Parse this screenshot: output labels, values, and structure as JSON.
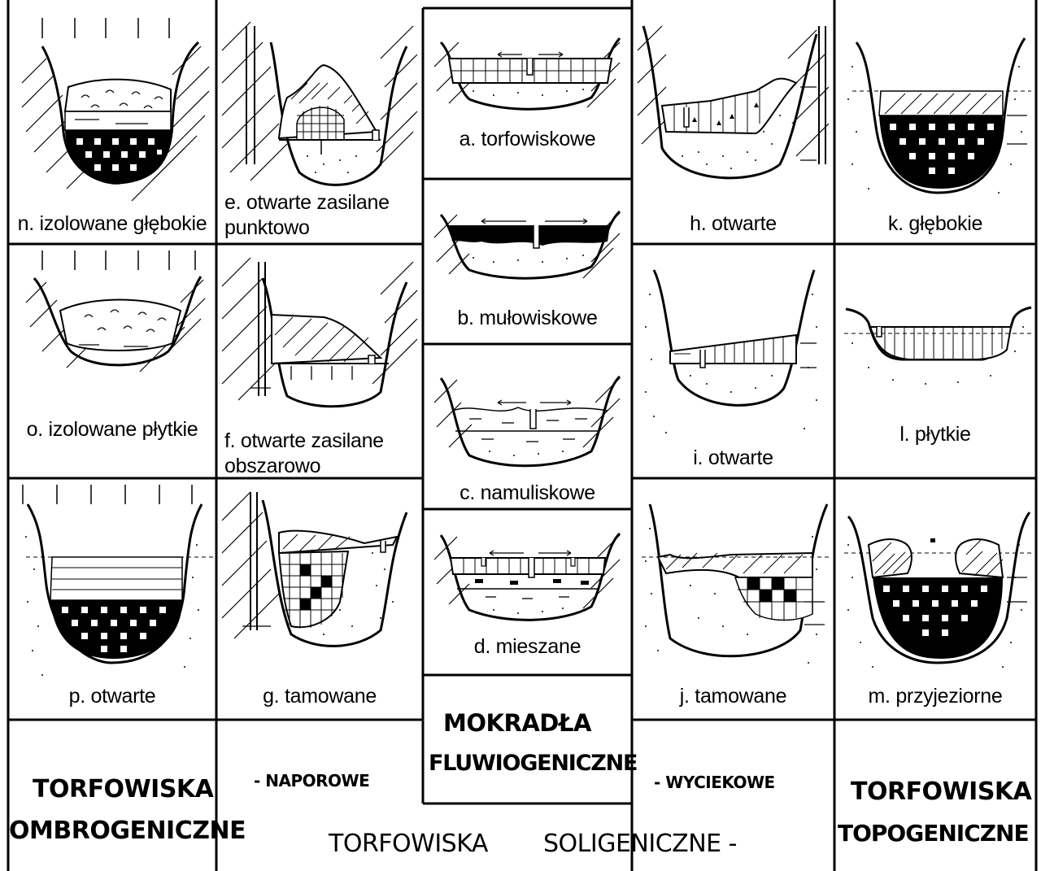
{
  "groups": {
    "ombrogenic": {
      "line1": "TORFOWISKA",
      "line2": "OMBROGENICZNE"
    },
    "soligenic_pressure": "- NAPOROWE",
    "soligenic_seepage": "- WYCIEKOWE",
    "soligenic_title_1": "TORFOWISKA",
    "soligenic_title_2": "SOLIGENICZNE -",
    "fluviogenic": {
      "line1": "MOKRADŁA",
      "line2": "FLUWIOGENICZNE"
    },
    "topogenic": {
      "line1": "TORFOWISKA",
      "line2": "TOPOGENICZNE"
    }
  },
  "cells": {
    "n": {
      "caption": "n. izolowane głębokie"
    },
    "o": {
      "caption": "o. izolowane płytkie"
    },
    "p": {
      "caption": "p. otwarte"
    },
    "e": {
      "caption1": "e. otwarte zasilane",
      "caption2": "punktowo"
    },
    "f": {
      "caption1": "f. otwarte zasilane",
      "caption2": "obszarowo"
    },
    "g": {
      "caption": "g. tamowane"
    },
    "a": {
      "caption": "a. torfowiskowe"
    },
    "b": {
      "caption": "b. mułowiskowe"
    },
    "c": {
      "caption": "c. namuliskowe"
    },
    "d": {
      "caption": "d. mieszane"
    },
    "h": {
      "caption": "h. otwarte"
    },
    "i": {
      "caption": "i. otwarte"
    },
    "j": {
      "caption": "j. tamowane"
    },
    "k": {
      "caption": "k. głębokie"
    },
    "l": {
      "caption": "l. płytkie"
    },
    "m": {
      "caption": "m. przyjeziorne"
    }
  }
}
